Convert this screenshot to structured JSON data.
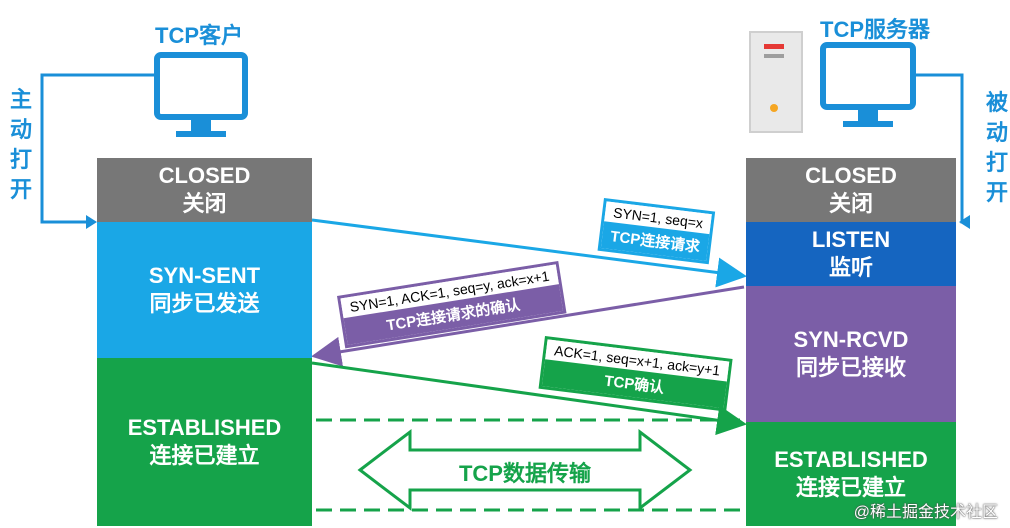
{
  "client": {
    "title": "TCP客户",
    "side_label_chars": [
      "主",
      "动",
      "打",
      "开"
    ],
    "states": [
      {
        "name": "CLOSED",
        "cn": "关闭",
        "color": "#777777"
      },
      {
        "name": "SYN-SENT",
        "cn": "同步已发送",
        "color": "#1aa7e6"
      },
      {
        "name": "ESTABLISHED",
        "cn": "连接已建立",
        "color": "#15a34a"
      }
    ]
  },
  "server": {
    "title": "TCP服务器",
    "side_label_chars": [
      "被",
      "动",
      "打",
      "开"
    ],
    "states": [
      {
        "name": "CLOSED",
        "cn": "关闭",
        "color": "#777777"
      },
      {
        "name": "LISTEN",
        "cn": "监听",
        "color": "#1565c0"
      },
      {
        "name": "SYN-RCVD",
        "cn": "同步已接收",
        "color": "#7b5ea7"
      },
      {
        "name": "ESTABLISHED",
        "cn": "连接已建立",
        "color": "#15a34a"
      }
    ]
  },
  "messages": [
    {
      "fields": "SYN=1, seq=x",
      "label": "TCP连接请求",
      "color": "#1aa7e6"
    },
    {
      "fields": "SYN=1, ACK=1, seq=y, ack=x+1",
      "label": "TCP连接请求的确认",
      "color": "#7b5ea7"
    },
    {
      "fields": "ACK=1, seq=x+1, ack=y+1",
      "label": "TCP确认",
      "color": "#15a34a"
    }
  ],
  "transfer_label": "TCP数据传输",
  "watermark": "@稀土掘金技术社区"
}
